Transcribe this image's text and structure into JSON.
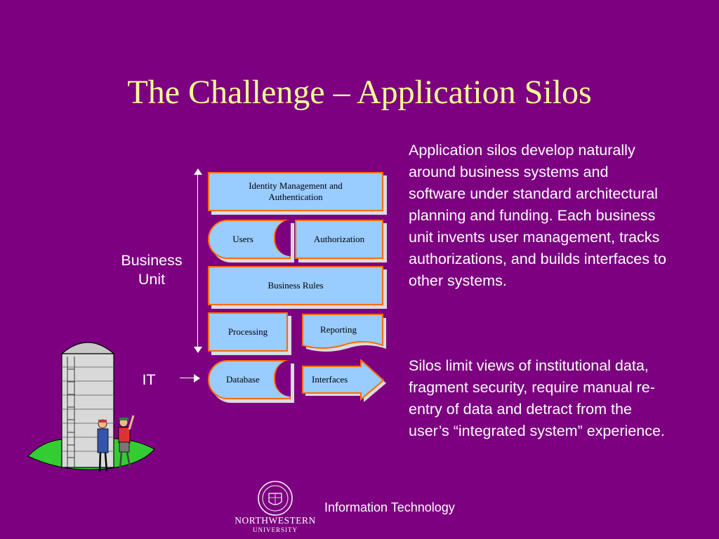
{
  "title": "The Challenge – Application Silos",
  "body": {
    "paragraph1": "Application silos develop naturally around business systems and software under standard architectural planning and funding.  Each business unit invents user management, tracks authorizations, and builds interfaces to other systems.",
    "paragraph2": "Silos limit views of institutional data, fragment security, require manual re-entry of data and detract from the user’s “integrated system” experience."
  },
  "diagram": {
    "business_unit_label": "Business Unit",
    "it_label": "IT",
    "identity": "Identity Management and Authentication",
    "users": "Users",
    "authorization": "Authorization",
    "business_rules": "Business Rules",
    "processing": "Processing",
    "reporting": "Reporting",
    "database": "Database",
    "interfaces": "Interfaces",
    "colors": {
      "box_fill": "#99ccff",
      "box_border": "#ff6a00",
      "background": "#7c0080",
      "title": "#ffff99"
    }
  },
  "logo": {
    "name": "NORTHWESTERN",
    "sub": "UNIVERSITY"
  },
  "footer": "Information Technology"
}
